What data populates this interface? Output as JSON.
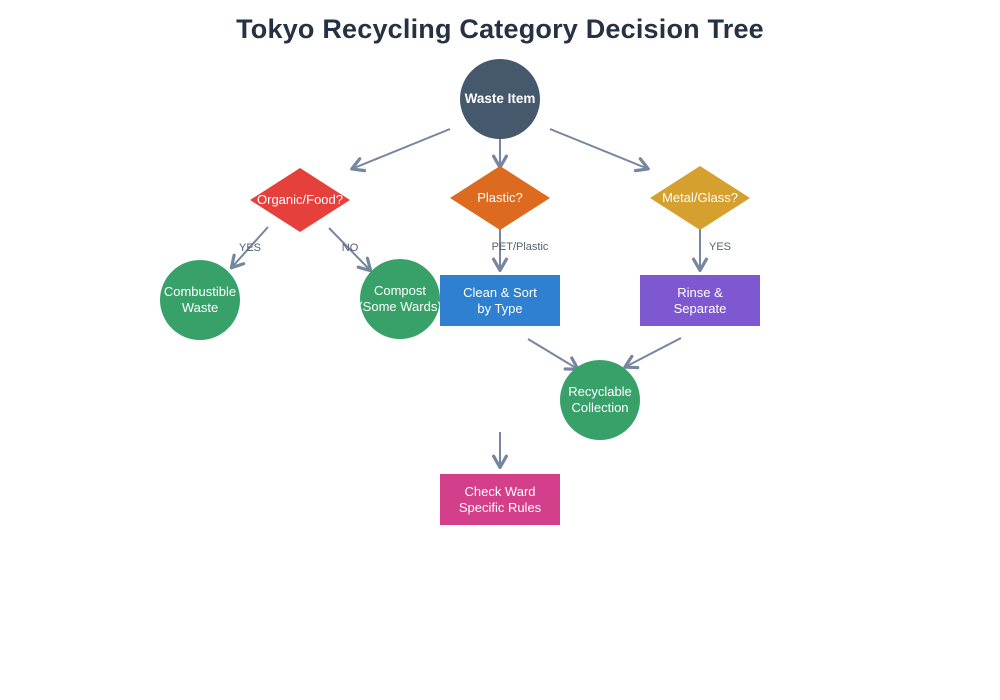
{
  "title": "Tokyo Recycling Category Decision Tree",
  "nodes": {
    "waste_item": {
      "label": "Waste Item"
    },
    "organic_food": {
      "label": "Organic/Food?"
    },
    "plastic": {
      "label": "Plastic?"
    },
    "metal_glass": {
      "label": "Metal/Glass?"
    },
    "combustible": {
      "lines": [
        "Combustible",
        "Waste"
      ]
    },
    "compost": {
      "lines": [
        "Compost",
        "(Some Wards)"
      ]
    },
    "clean_sort": {
      "lines": [
        "Clean & Sort",
        "by Type"
      ]
    },
    "rinse_separate": {
      "lines": [
        "Rinse &",
        "Separate"
      ]
    },
    "recyclable": {
      "lines": [
        "Recyclable",
        "Collection"
      ]
    },
    "check_ward": {
      "lines": [
        "Check Ward",
        "Specific Rules"
      ]
    }
  },
  "edge_labels": {
    "organic_yes": "YES",
    "organic_no": "NO",
    "plastic_pet": "PET/Plastic",
    "metal_yes": "YES"
  },
  "colors": {
    "title_text": "#263244",
    "root_node": "#46586c",
    "decision_red": "#e6403d",
    "decision_orange": "#dc6b1f",
    "decision_gold": "#d5a02e",
    "outcome_green": "#38a169",
    "process_blue": "#2f80d0",
    "process_purple": "#7e58d1",
    "process_pink": "#d43f8c",
    "edge_stroke": "#7586a0",
    "edge_label_text": "#566070"
  }
}
